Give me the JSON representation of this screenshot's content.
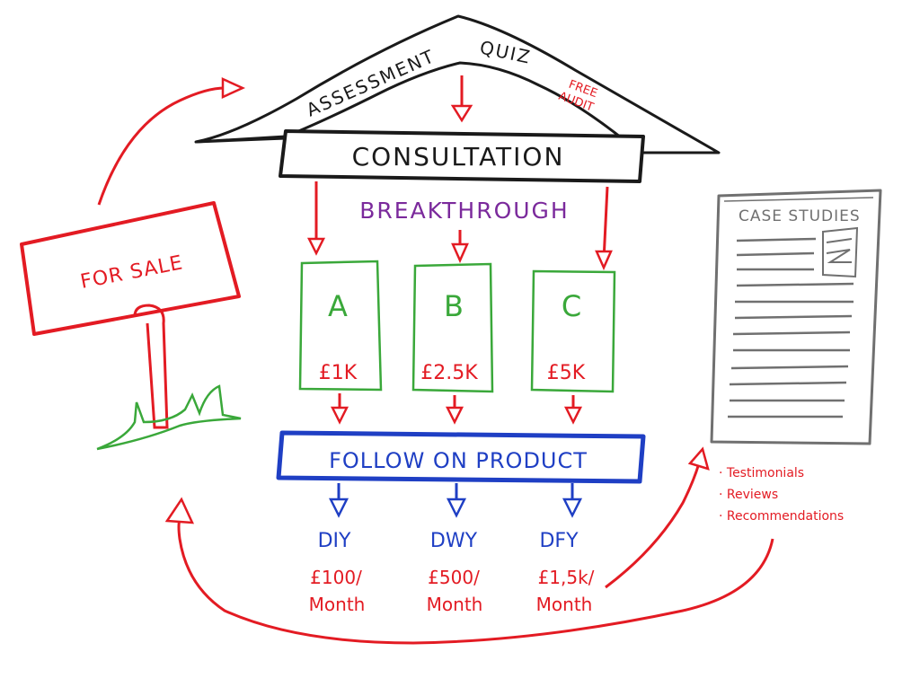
{
  "roof": {
    "left_label": "ASSESSMENT",
    "right_label": "QUIZ",
    "side_note": "FREE AUDIT"
  },
  "consultation": {
    "label": "CONSULTATION"
  },
  "breakthrough": {
    "label": "BREAKTHROUGH"
  },
  "options": [
    {
      "letter": "A",
      "price": "£1K"
    },
    {
      "letter": "B",
      "price": "£2.5K"
    },
    {
      "letter": "C",
      "price": "£5K"
    }
  ],
  "follow_on": {
    "label": "FOLLOW ON PRODUCT"
  },
  "tiers": [
    {
      "name": "DIY",
      "price": "£100/",
      "period": "Month"
    },
    {
      "name": "DWY",
      "price": "£500/",
      "period": "Month"
    },
    {
      "name": "DFY",
      "price": "£1,5k/",
      "period": "Month"
    }
  ],
  "for_sale": {
    "label": "FOR SALE"
  },
  "case_studies": {
    "title": "CASE STUDIES",
    "bullets": [
      "· Testimonials",
      "· Reviews",
      "· Recommendations"
    ]
  },
  "colors": {
    "black": "#1a1a1a",
    "red": "#e31b23",
    "green": "#3aa83a",
    "blue": "#1f3fc4",
    "purple": "#7b2a9c",
    "gray": "#707070"
  }
}
